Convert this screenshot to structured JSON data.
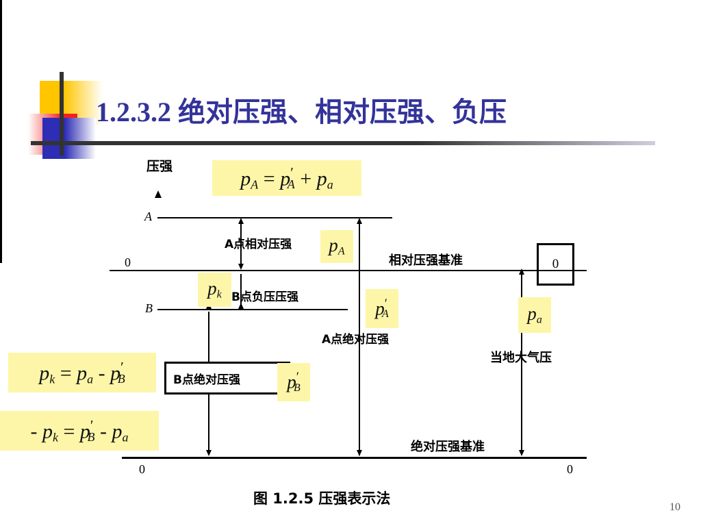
{
  "slide": {
    "title": "1.2.3.2  绝对压强、相对压强、负压",
    "page_number": "10",
    "accent_colors": {
      "title_text": "#33339a",
      "deco_yellow": "#ffc600",
      "deco_red": "#f41f1f",
      "deco_blue": "#2d2db5",
      "highlight": "#fdf6a8"
    }
  },
  "figure": {
    "caption": "图 1.2.5   压强表示法",
    "axis_label": "压强",
    "axis_tick_labels": {
      "line_a": "A",
      "line_zero": "0",
      "line_b": "B",
      "origin": "0",
      "bottom_right": "0"
    },
    "datum_labels": {
      "relative": "相对压强基准",
      "absolute": "绝对压强基准"
    },
    "zero_box_value": "0",
    "dimension_labels": [
      {
        "name": "a-relative-pressure",
        "text": "A点相对压强",
        "symbol": "p_A"
      },
      {
        "name": "b-vacuum-pressure",
        "text": "B点负压压强",
        "symbol": "p_k"
      },
      {
        "name": "a-absolute-pressure",
        "text": "A点绝对压强",
        "symbol": "p'_A"
      },
      {
        "name": "b-absolute-pressure",
        "text": "B点绝对压强",
        "symbol": "p'_B"
      },
      {
        "name": "local-atmospheric-pressure",
        "text": "当地大气压",
        "symbol": "p_a"
      }
    ]
  },
  "formulas": {
    "top": "p_A = p'_A + p_a",
    "left_first": "p_k = p_a - p'_B",
    "left_second": "- p_k = p'_B - p_a"
  },
  "symbols": {
    "p": "p",
    "sub_A": "A",
    "sub_B": "B",
    "sub_a": "a",
    "sub_k": "k",
    "prime": "′",
    "equals": "=",
    "plus": "+",
    "minus": "-"
  }
}
